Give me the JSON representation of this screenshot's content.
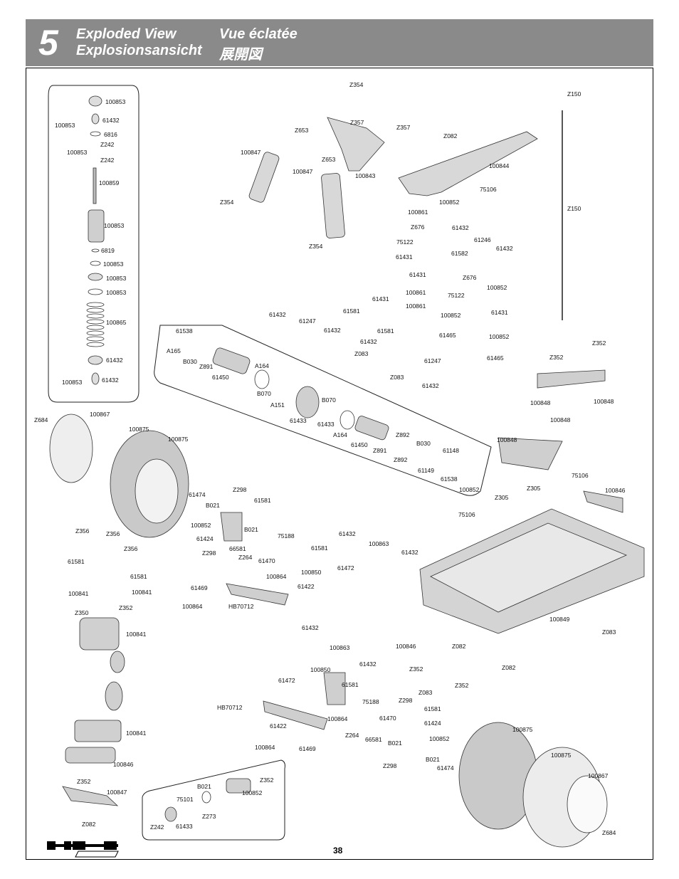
{
  "header": {
    "section_number": "5",
    "title_en": "Exploded View",
    "title_de": "Explosionsansicht",
    "title_fr": "Vue éclatée",
    "title_jp": "展開図"
  },
  "page_number": "38",
  "logo_name": "hpi-racing-logo",
  "labels": {
    "l001": "100853",
    "l002": "61432",
    "l003": "100853",
    "l004": "6816",
    "l005": "100853",
    "l006": "Z242",
    "l007": "Z242",
    "l008": "100859",
    "l009": "100853",
    "l010": "6819",
    "l011": "100853",
    "l012": "100853",
    "l013": "100853",
    "l014": "100865",
    "l015": "61432",
    "l016": "100853",
    "l017": "61432",
    "l018": "Z354",
    "l019": "Z357",
    "l020": "Z653",
    "l021": "Z357",
    "l022": "Z082",
    "l023": "100847",
    "l024": "Z653",
    "l025": "100847",
    "l026": "100843",
    "l027": "100844",
    "l028": "75106",
    "l029": "Z354",
    "l030": "Z354",
    "l031": "Z150",
    "l032": "Z150",
    "l033": "100852",
    "l034": "100861",
    "l035": "Z676",
    "l036": "61432",
    "l037": "61246",
    "l038": "75122",
    "l039": "61432",
    "l040": "61431",
    "l041": "61582",
    "l042": "61431",
    "l043": "Z676",
    "l044": "100861",
    "l045": "100852",
    "l046": "75122",
    "l047": "100861",
    "l048": "100852",
    "l049": "61431",
    "l050": "61432",
    "l051": "61431",
    "l052": "61247",
    "l053": "61581",
    "l054": "61432",
    "l055": "61465",
    "l056": "100852",
    "l057": "61581",
    "l058": "61432",
    "l059": "Z083",
    "l060": "61247",
    "l061": "61465",
    "l062": "Z083",
    "l063": "61432",
    "l064": "61538",
    "l065": "A165",
    "l066": "B030",
    "l067": "Z891",
    "l068": "61450",
    "l069": "A164",
    "l070": "B070",
    "l071": "A151",
    "l072": "61433",
    "l073": "B070",
    "l074": "61433",
    "l075": "A164",
    "l076": "61450",
    "l077": "Z891",
    "l078": "Z892",
    "l079": "Z892",
    "l080": "B030",
    "l081": "61148",
    "l082": "61149",
    "l083": "61538",
    "l084": "100852",
    "l085": "Z352",
    "l086": "Z352",
    "l087": "100848",
    "l088": "100848",
    "l089": "100848",
    "l090": "100848",
    "l091": "75106",
    "l092": "Z305",
    "l093": "100846",
    "l094": "Z305",
    "l095": "75106",
    "l096": "Z684",
    "l097": "100867",
    "l098": "100875",
    "l099": "100875",
    "l100": "61474",
    "l101": "Z298",
    "l102": "100852",
    "l103": "B021",
    "l104": "61581",
    "l105": "B021",
    "l106": "61424",
    "l107": "75188",
    "l108": "Z298",
    "l109": "66581",
    "l110": "Z264",
    "l111": "61470",
    "l112": "61581",
    "l113": "61432",
    "l114": "100863",
    "l115": "61432",
    "l116": "100864",
    "l117": "100850",
    "l118": "61472",
    "l119": "61469",
    "l120": "61422",
    "l121": "100864",
    "l122": "HB70712",
    "l123": "Z356",
    "l124": "Z356",
    "l125": "Z356",
    "l126": "61581",
    "l127": "61581",
    "l128": "100841",
    "l129": "100841",
    "l130": "Z350",
    "l131": "Z352",
    "l132": "100841",
    "l133": "100841",
    "l134": "100846",
    "l135": "Z352",
    "l136": "100847",
    "l137": "Z082",
    "l138": "100849",
    "l139": "Z083",
    "l140": "61432",
    "l141": "100863",
    "l142": "100846",
    "l143": "Z082",
    "l144": "Z352",
    "l145": "Z082",
    "l146": "61432",
    "l147": "100850",
    "l148": "Z083",
    "l149": "Z352",
    "l150": "61472",
    "l151": "61581",
    "l152": "HB70712",
    "l153": "75188",
    "l154": "Z298",
    "l155": "61581",
    "l156": "61422",
    "l157": "100864",
    "l158": "61470",
    "l159": "61424",
    "l160": "Z264",
    "l161": "66581",
    "l162": "B021",
    "l163": "100852",
    "l164": "100864",
    "l165": "61469",
    "l166": "B021",
    "l167": "Z298",
    "l168": "61474",
    "l169": "100875",
    "l170": "100875",
    "l171": "100867",
    "l172": "Z684",
    "l173": "B021",
    "l174": "Z352",
    "l175": "75101",
    "l176": "100852",
    "l177": "Z273",
    "l178": "Z242",
    "l179": "61433"
  }
}
